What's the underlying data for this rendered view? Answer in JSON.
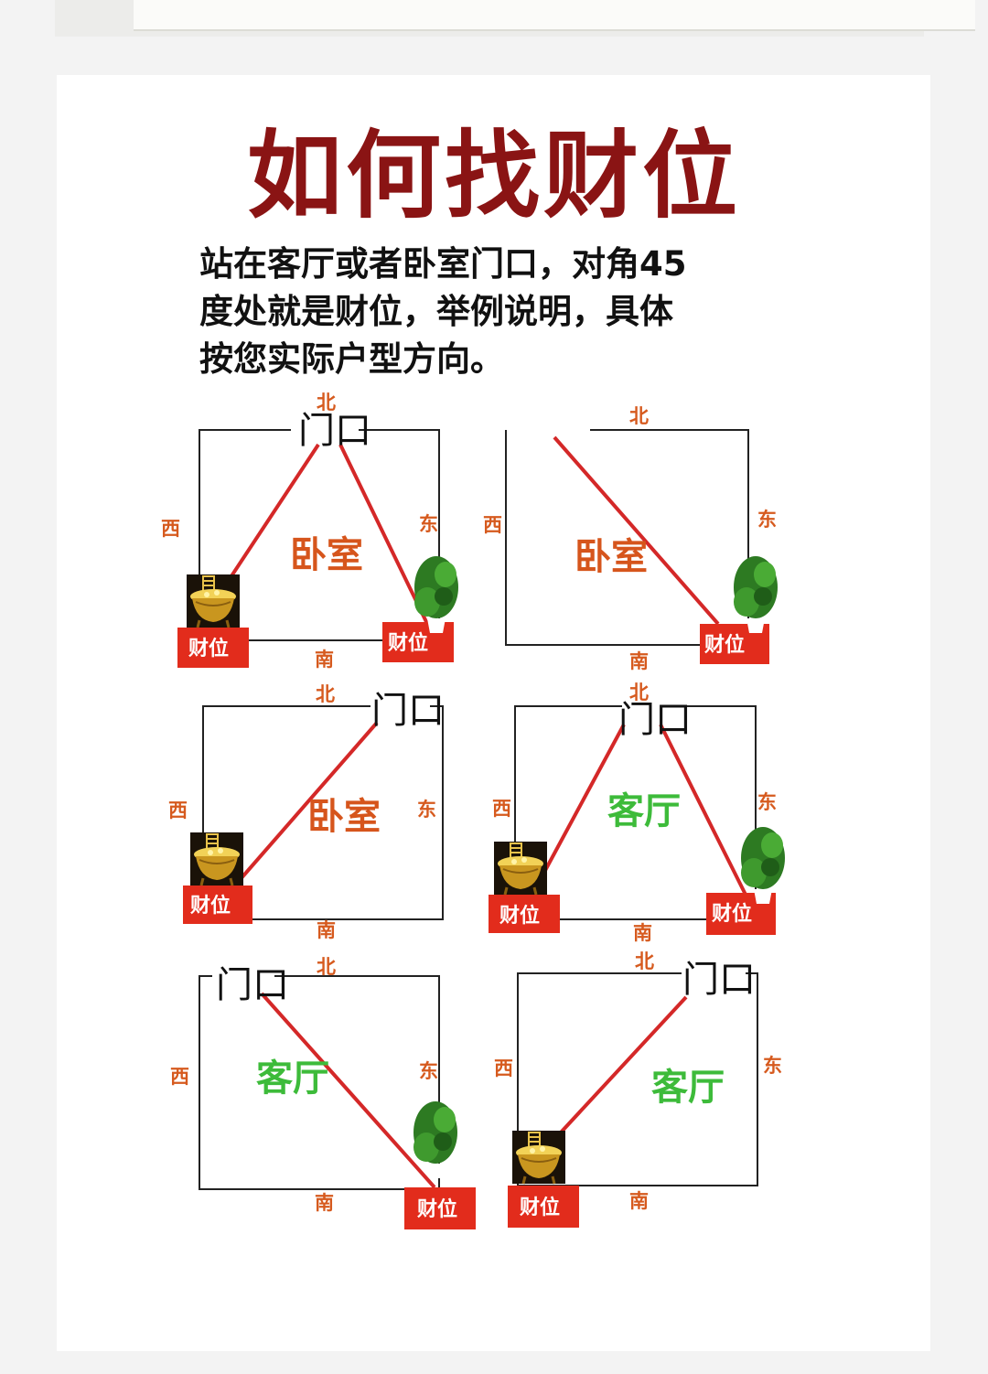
{
  "title": "如何找财位",
  "intro": {
    "line1": "站在客厅或者卧室门口，对角45",
    "line2": "度处就是财位，举例说明，具体",
    "line3": "按您实际户型方向。"
  },
  "labels": {
    "north": "北",
    "south": "南",
    "east": "东",
    "west": "西",
    "door": "门口",
    "wealth": "财位",
    "bedroom": "卧室",
    "living_room": "客厅"
  },
  "colors": {
    "title": "#8a1414",
    "ray": "#d42828",
    "direction": "#d65a1e",
    "bedroom": "#d6551c",
    "living_room": "#3dbb3a",
    "badge": "#e22c1c"
  },
  "icons": [
    "gold-pot-icon",
    "plant-icon"
  ]
}
